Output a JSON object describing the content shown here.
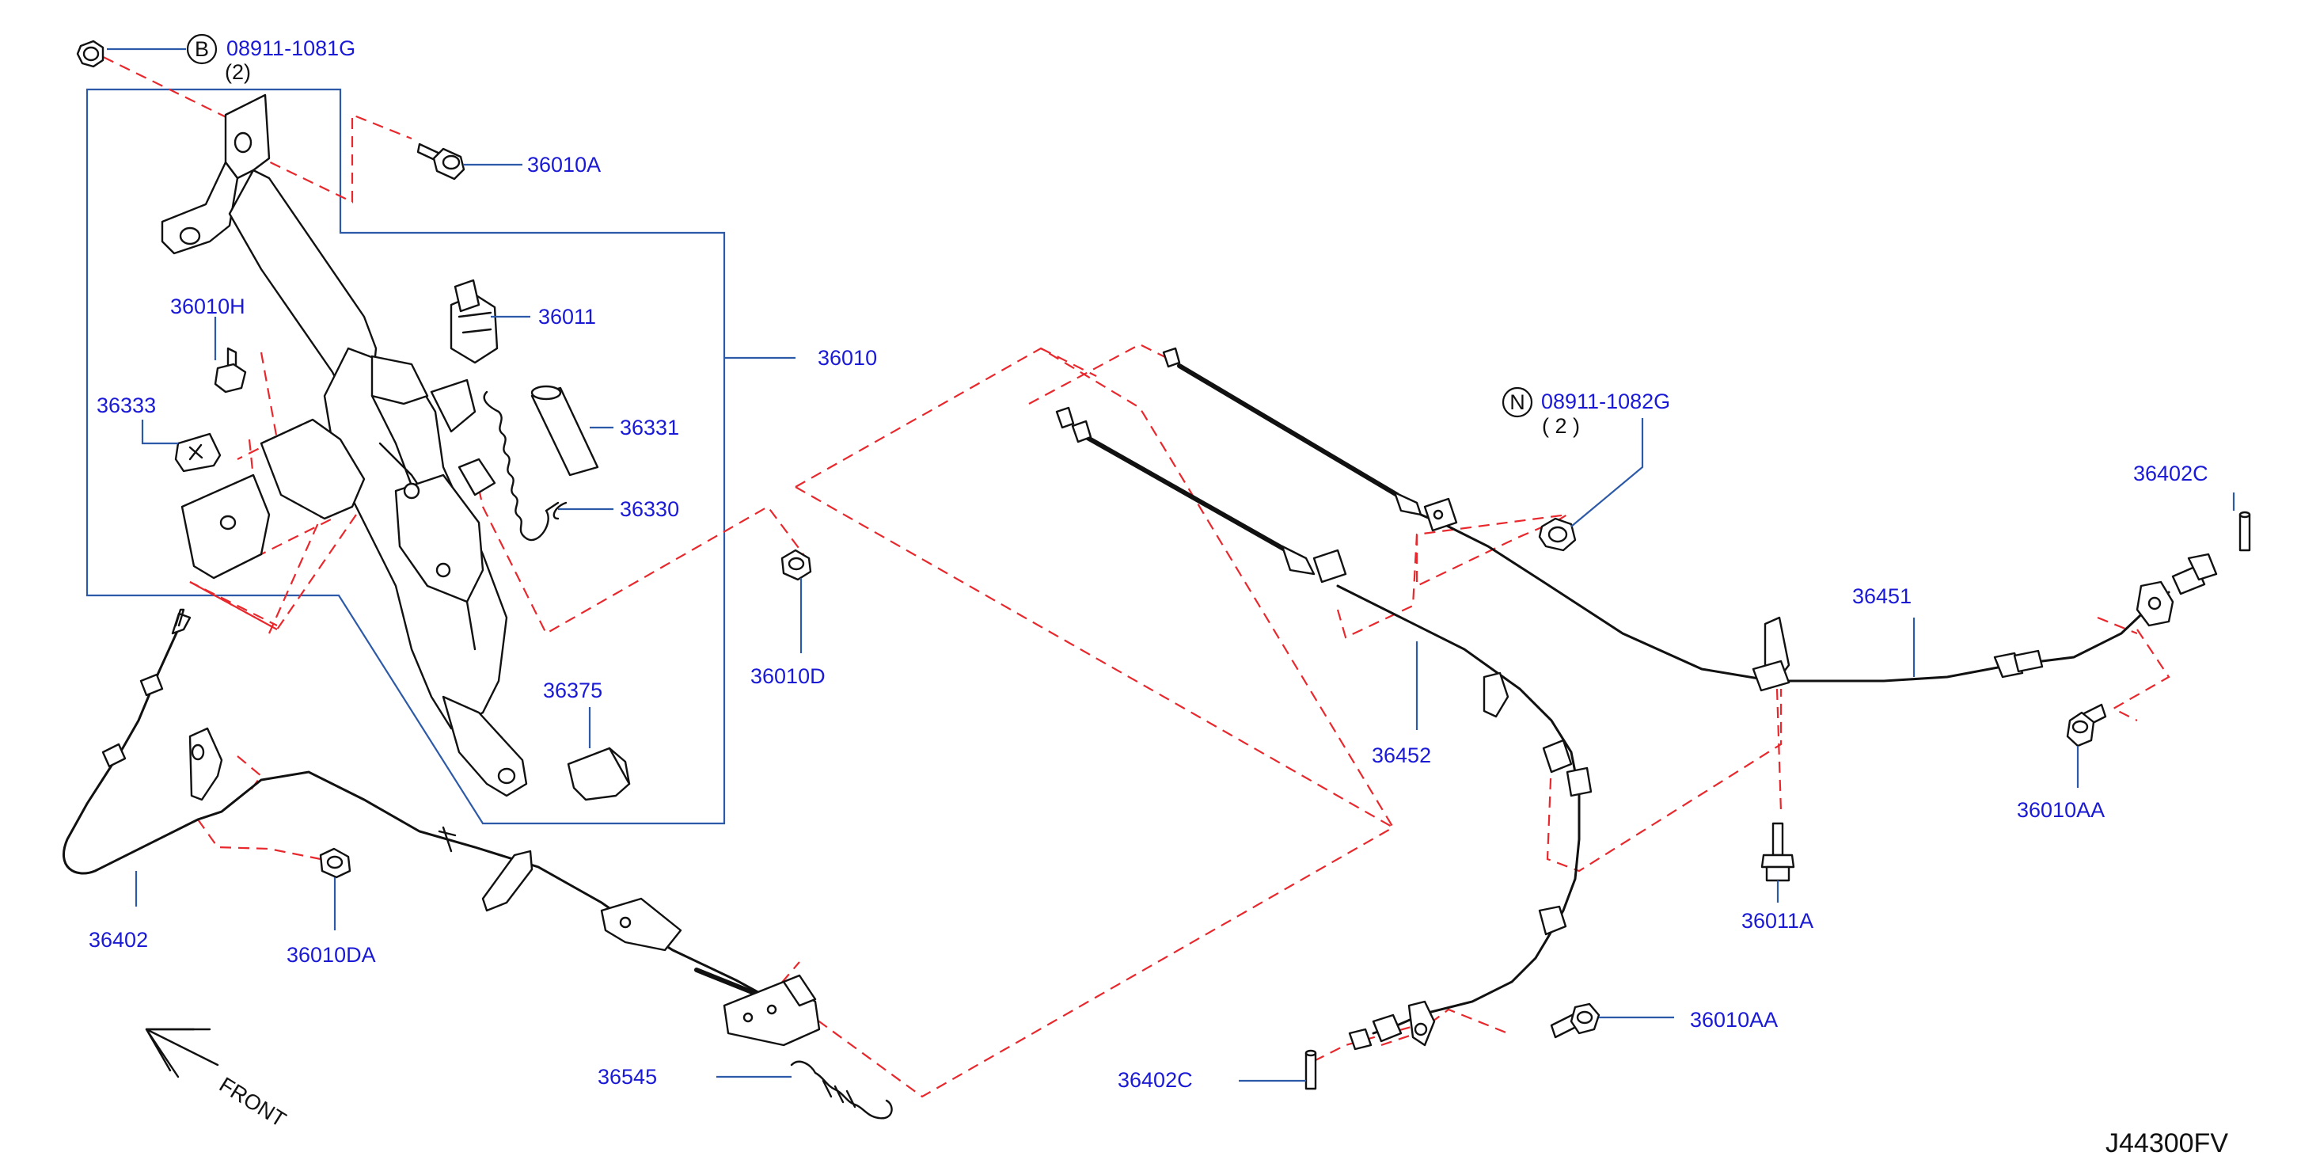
{
  "diagram": {
    "code": "J44300FV",
    "direction_label": "FRONT",
    "symbols": {
      "b": "B",
      "n": "N"
    },
    "callouts": [
      {
        "id": "08911-1081G",
        "label": "08911-1081G",
        "qty": "(2)"
      },
      {
        "id": "36010A",
        "label": "36010A"
      },
      {
        "id": "36011",
        "label": "36011"
      },
      {
        "id": "36010H",
        "label": "36010H"
      },
      {
        "id": "36010",
        "label": "36010"
      },
      {
        "id": "36333",
        "label": "36333"
      },
      {
        "id": "36331",
        "label": "36331"
      },
      {
        "id": "36330",
        "label": "36330"
      },
      {
        "id": "36010D",
        "label": "36010D"
      },
      {
        "id": "36375",
        "label": "36375"
      },
      {
        "id": "36402",
        "label": "36402"
      },
      {
        "id": "36010DA",
        "label": "36010DA"
      },
      {
        "id": "36545",
        "label": "36545"
      },
      {
        "id": "08911-1082G",
        "label": "08911-1082G",
        "qty": "( 2 )"
      },
      {
        "id": "36402C-a",
        "label": "36402C"
      },
      {
        "id": "36451",
        "label": "36451"
      },
      {
        "id": "36452",
        "label": "36452"
      },
      {
        "id": "36010AA-a",
        "label": "36010AA"
      },
      {
        "id": "36011A",
        "label": "36011A"
      },
      {
        "id": "36010AA-b",
        "label": "36010AA"
      },
      {
        "id": "36402C-b",
        "label": "36402C"
      }
    ]
  },
  "colors": {
    "label": "#1a1ad6",
    "leader": "#2d5aa8",
    "dash": "#e8282c",
    "ink": "#111111"
  }
}
